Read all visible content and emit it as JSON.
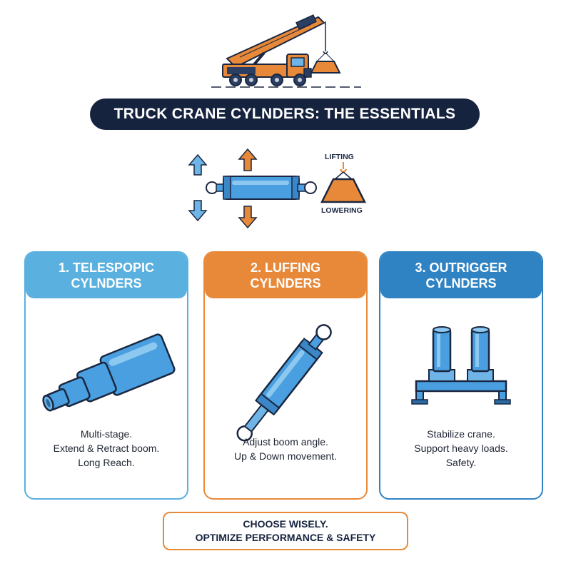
{
  "title": "TRUCK CRANE CYLNDERS: THE ESSENTIALS",
  "motion": {
    "lifting": "LIFTING",
    "lowering": "LOWERING"
  },
  "cards": [
    {
      "title_line1": "1. TELESPOPIC",
      "title_line2": "CYLNDERS",
      "desc": [
        "Multi-stage.",
        "Extend & Retract boom.",
        "Long Reach."
      ]
    },
    {
      "title_line1": "2. LUFFING",
      "title_line2": "CYLNDERS",
      "desc": [
        "Adjust boom angle.",
        "Up & Down movement."
      ]
    },
    {
      "title_line1": "3. OUTRIGGER",
      "title_line2": "CYLNDERS",
      "desc": [
        "Stabilize crane.",
        "Support heavy loads.",
        "Safety."
      ]
    }
  ],
  "footer": {
    "line1": "CHOOSE WISELY.",
    "line2": "OPTIMIZE PERFORMANCE & SAFETY"
  },
  "colors": {
    "navy": "#16233f",
    "blue_light": "#5ab0df",
    "orange": "#e8893a",
    "blue_dark": "#2f83c3",
    "cylinder": "#4a9fe0"
  }
}
